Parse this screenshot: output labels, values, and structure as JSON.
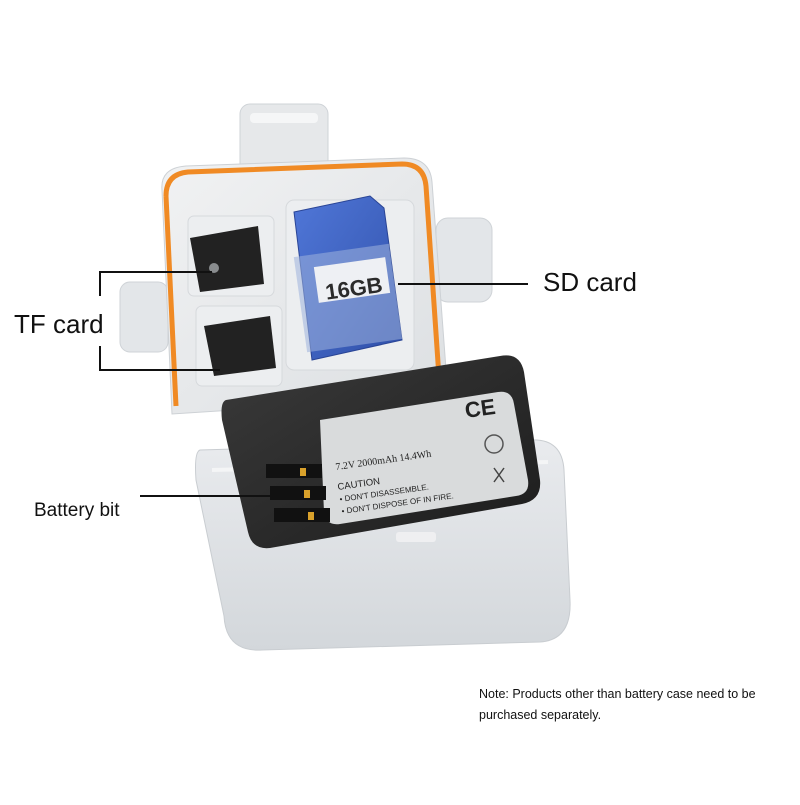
{
  "labels": {
    "sd_card": "SD card",
    "tf_card": "TF card",
    "battery_bit": "Battery bit"
  },
  "sd_card_print": "16GB",
  "battery_print": {
    "rating": "7.2V  2000mAh  14.4Wh",
    "ce": "CE",
    "caution": "CAUTION",
    "line1": "• DON'T DISASSEMBLE.",
    "line2": "• DON'T DISPOSE OF IN FIRE."
  },
  "note": {
    "line1": "Note: Products other than battery case need to be",
    "line2": "purchased separately."
  },
  "colors": {
    "gasket_orange": "#f08a24",
    "sd_blue": "#3d64c9",
    "battery_black": "#232323",
    "case_clear": "#e6e8ea"
  }
}
